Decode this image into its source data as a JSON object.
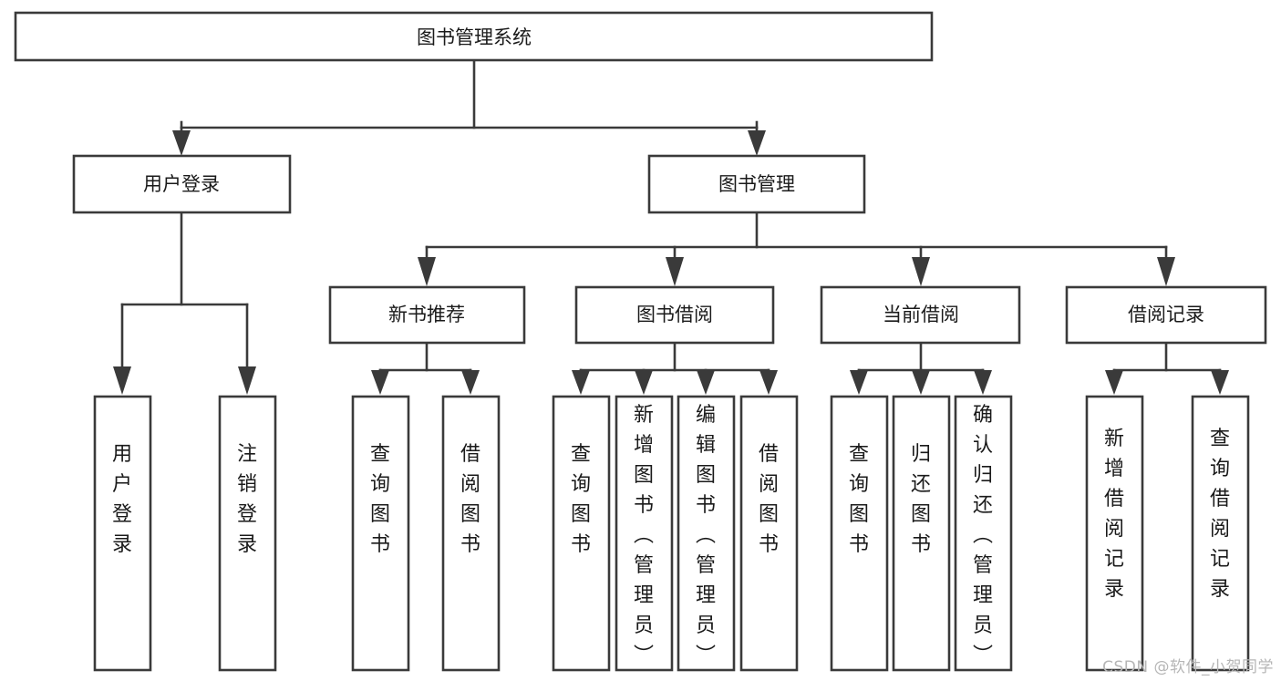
{
  "diagram": {
    "title": "图书管理系统",
    "type": "tree-hierarchy-chart",
    "root": {
      "id": "root",
      "label": "图书管理系统",
      "orientation": "horizontal"
    },
    "level1": [
      {
        "id": "user-login",
        "label": "用户登录",
        "orientation": "horizontal"
      },
      {
        "id": "book-management",
        "label": "图书管理",
        "orientation": "horizontal"
      }
    ],
    "level2": [
      {
        "id": "new-book-recommend",
        "label": "新书推荐",
        "orientation": "horizontal"
      },
      {
        "id": "book-borrow",
        "label": "图书借阅",
        "orientation": "horizontal"
      },
      {
        "id": "current-borrow",
        "label": "当前借阅",
        "orientation": "horizontal"
      },
      {
        "id": "borrow-record",
        "label": "借阅记录",
        "orientation": "horizontal"
      }
    ],
    "leaves": [
      {
        "id": "leaf-user-login",
        "parent": "user-login",
        "label": "用户登录",
        "orientation": "vertical"
      },
      {
        "id": "leaf-user-logout",
        "parent": "user-login",
        "label": "注销登录",
        "orientation": "vertical"
      },
      {
        "id": "leaf-query-book-1",
        "parent": "new-book-recommend",
        "label": "查询图书",
        "orientation": "vertical"
      },
      {
        "id": "leaf-borrow-book-1",
        "parent": "new-book-recommend",
        "label": "借阅图书",
        "orientation": "vertical"
      },
      {
        "id": "leaf-query-book-2",
        "parent": "book-borrow",
        "label": "查询图书",
        "orientation": "vertical"
      },
      {
        "id": "leaf-add-book",
        "parent": "book-borrow",
        "label": "新增图书（管理员）",
        "orientation": "vertical"
      },
      {
        "id": "leaf-edit-book",
        "parent": "book-borrow",
        "label": "编辑图书（管理员）",
        "orientation": "vertical"
      },
      {
        "id": "leaf-borrow-book-2",
        "parent": "book-borrow",
        "label": "借阅图书",
        "orientation": "vertical"
      },
      {
        "id": "leaf-query-book-3",
        "parent": "current-borrow",
        "label": "查询图书",
        "orientation": "vertical"
      },
      {
        "id": "leaf-return-book",
        "parent": "current-borrow",
        "label": "归还图书",
        "orientation": "vertical"
      },
      {
        "id": "leaf-confirm-return",
        "parent": "current-borrow",
        "label": "确认归还（管理员）",
        "orientation": "vertical"
      },
      {
        "id": "leaf-add-record",
        "parent": "borrow-record",
        "label": "新增借阅记录",
        "orientation": "vertical"
      },
      {
        "id": "leaf-query-record",
        "parent": "borrow-record",
        "label": "查询借阅记录",
        "orientation": "vertical"
      }
    ],
    "colors": {
      "box_stroke": "#3a3a3a",
      "box_fill": "#ffffff",
      "connector": "#3a3a3a",
      "text": "#1a1a1a",
      "background": "#ffffff",
      "watermark": "#b6b6b6"
    }
  },
  "watermark": {
    "text": "CSDN @软件_小贺同学"
  }
}
